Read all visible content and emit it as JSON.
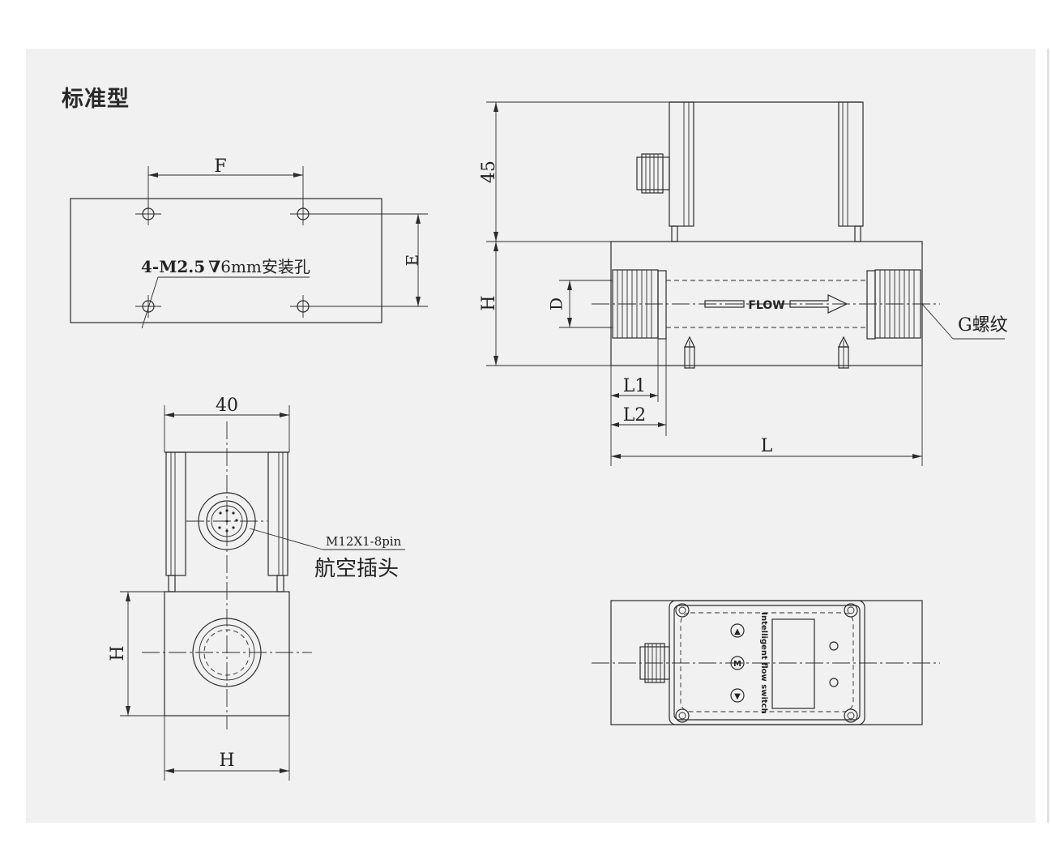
{
  "title": "标准型",
  "top_left_view": {
    "dim_f": "F",
    "dim_e": "E",
    "hole_note": "4-M2.5",
    "hole_note_suffix": "6mm安装孔"
  },
  "side_view": {
    "dim_45": "45",
    "dim_h": "H",
    "dim_d": "D",
    "dim_l1": "L1",
    "dim_l2": "L2",
    "dim_l": "L",
    "flow_label": "FLOW",
    "thread_label": "G螺纹"
  },
  "end_view": {
    "dim_40": "40",
    "dim_h_side": "H",
    "dim_h_bottom": "H",
    "connector_spec": "M12X1-8pin",
    "connector_name": "航空插头"
  },
  "front_panel": {
    "device_label": "Intelligent flow switch",
    "btn_up": "▲",
    "btn_mode": "M",
    "btn_down": "▼"
  },
  "colors": {
    "line": "#2b2b2b",
    "panel_bg": "#f1f1f1"
  }
}
